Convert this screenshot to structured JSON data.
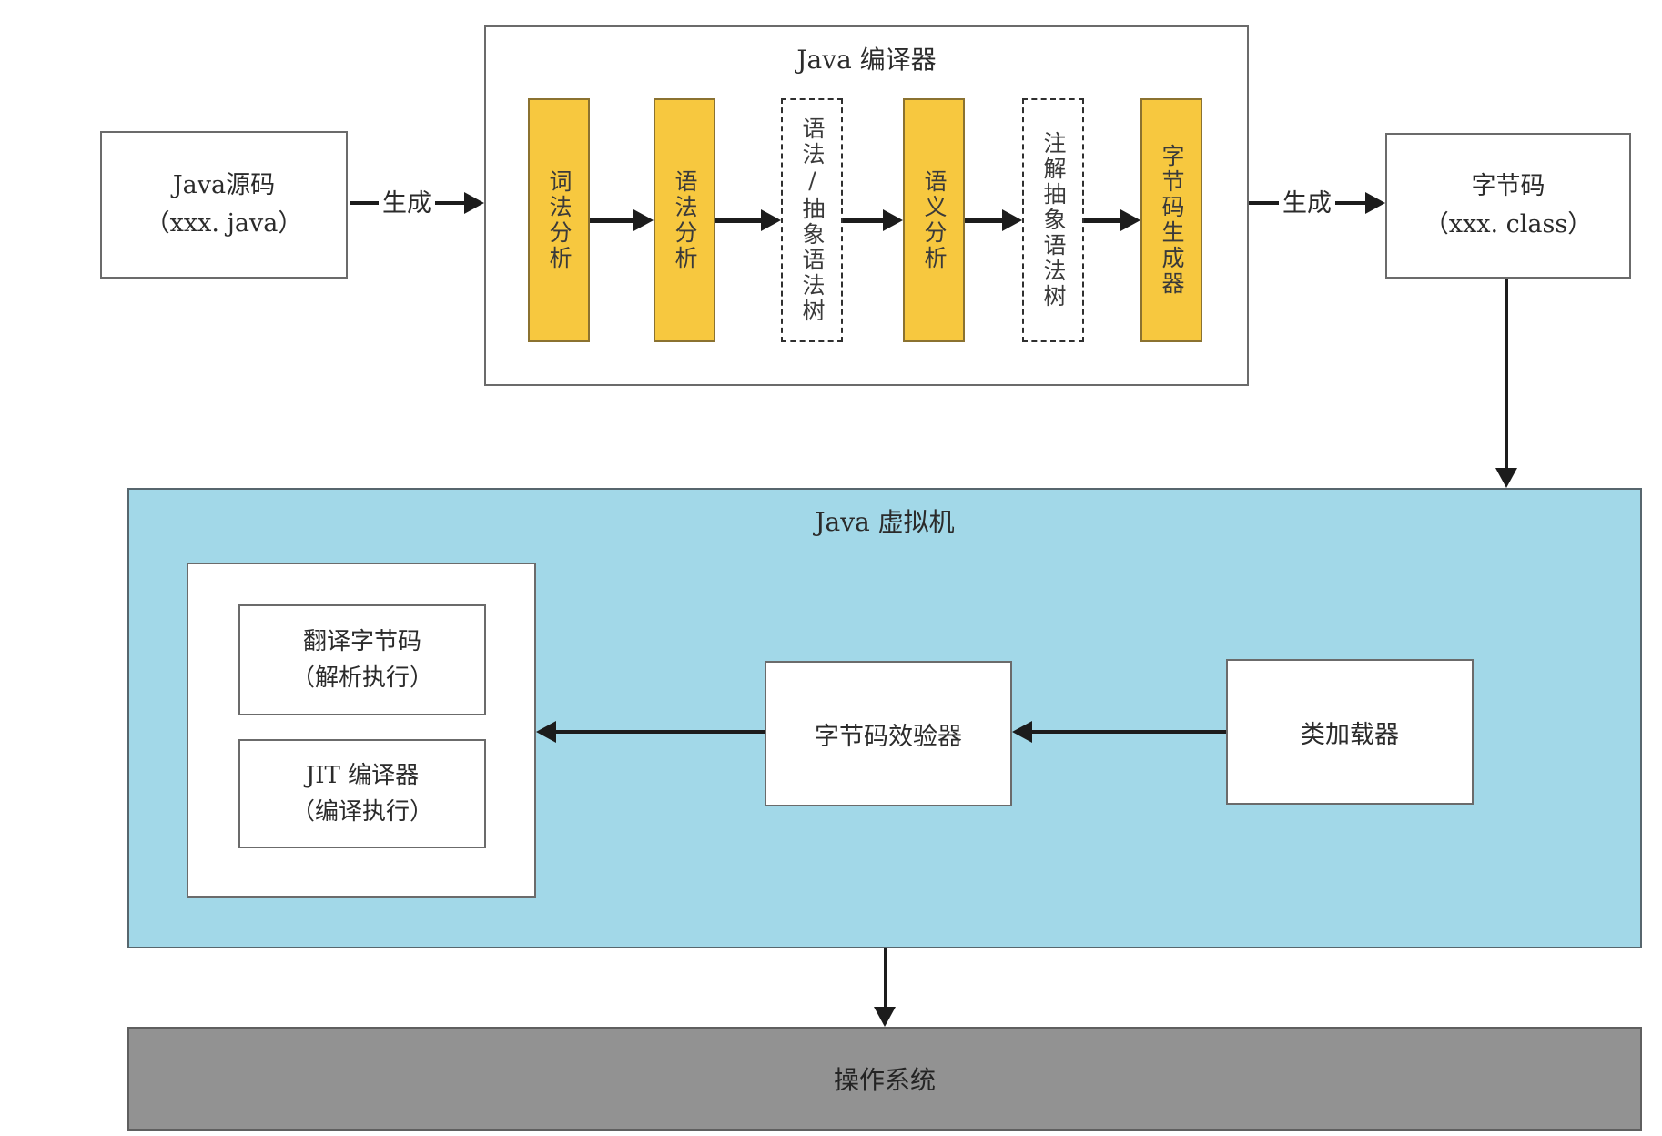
{
  "source_box": {
    "line1": "Java源码",
    "line2": "（xxx. java）"
  },
  "arrow1_label": "生成",
  "compiler": {
    "title": "Java 编译器",
    "stages": [
      {
        "label": "词法分析",
        "style": "solid"
      },
      {
        "label": "语法分析",
        "style": "solid"
      },
      {
        "label": "语法/抽象语法树",
        "style": "dashed"
      },
      {
        "label": "语义分析",
        "style": "solid"
      },
      {
        "label": "注解抽象语法树",
        "style": "dashed"
      },
      {
        "label": "字节码生成器",
        "style": "solid"
      }
    ]
  },
  "arrow2_label": "生成",
  "bytecode_box": {
    "line1": "字节码",
    "line2": "（xxx. class）"
  },
  "jvm": {
    "title": "Java 虚拟机",
    "interpreter_box": {
      "line1": "翻译字节码",
      "line2": "（解析执行）"
    },
    "jit_box": {
      "line1": "JIT 编译器",
      "line2": "（编译执行）"
    },
    "verifier_label": "字节码效验器",
    "loader_label": "类加载器"
  },
  "os_label": "操作系统",
  "colors": {
    "stage_yellow": "#F7C83F",
    "stage_border": "#8b7230",
    "jvm_blue": "#A2D8E8",
    "os_gray": "#929292",
    "box_border": "#6b6b6b",
    "arrow_black": "#1c1c1c"
  }
}
